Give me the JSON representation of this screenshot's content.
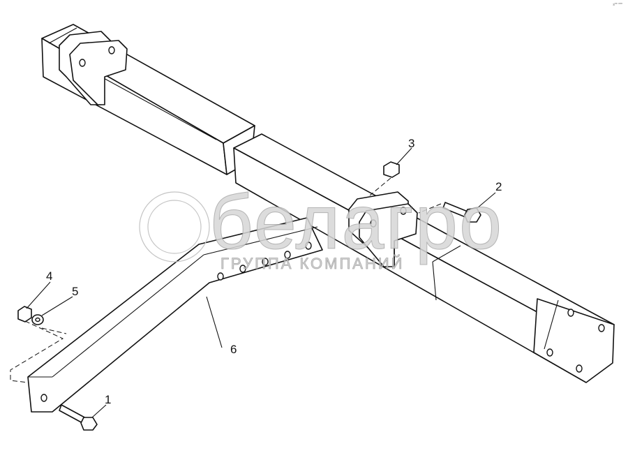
{
  "callouts": [
    "1",
    "2",
    "3",
    "4",
    "5",
    "6"
  ],
  "watermark": {
    "brand": "белагро",
    "tagline": "ГРУППА КОМПАНИЙ"
  },
  "corner_mark": "s** ***"
}
